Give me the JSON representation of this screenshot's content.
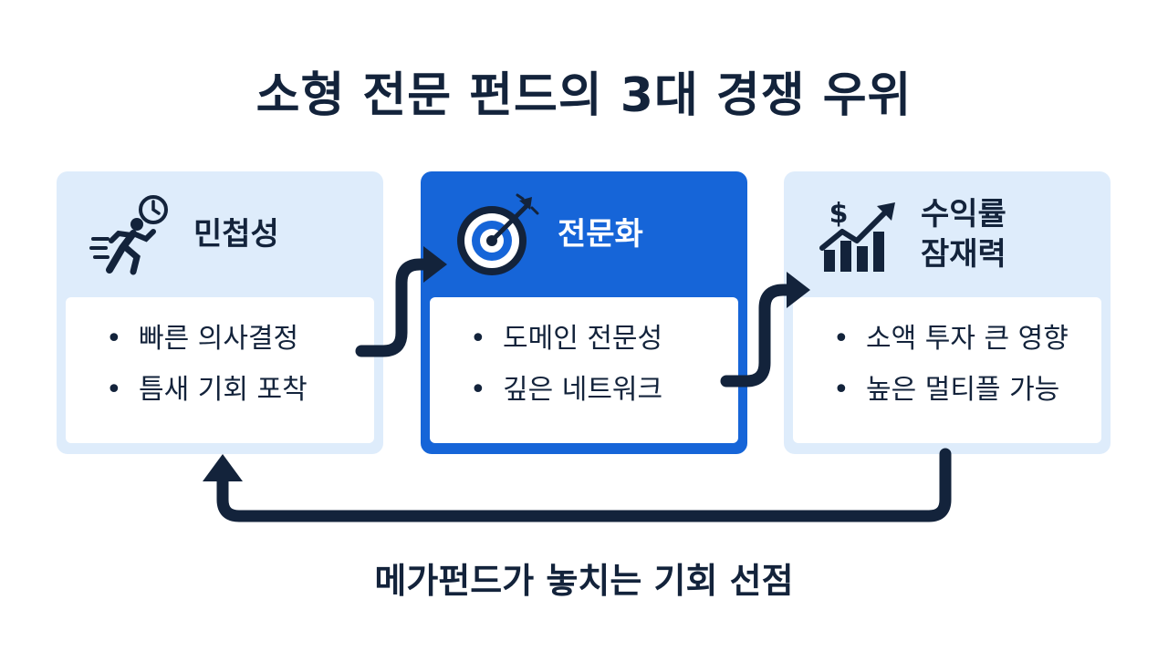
{
  "title": "소형 전문 펀드의 3대 경쟁 우위",
  "cards": [
    {
      "icon": "running-person-clock-icon",
      "title_lines": [
        "민첩성"
      ],
      "bullets": [
        "빠른 의사결정",
        "틈새 기회 포착"
      ]
    },
    {
      "icon": "target-arrow-icon",
      "title_lines": [
        "전문화"
      ],
      "bullets": [
        "도메인 전문성",
        "깊은 네트워크"
      ]
    },
    {
      "icon": "growth-chart-dollar-icon",
      "title_lines": [
        "수익률",
        "잠재력"
      ],
      "bullets": [
        "소액 투자 큰 영향",
        "높은 멀티플 가능"
      ]
    }
  ],
  "footer": "메가펀드가 놓치는 기회 선점",
  "colors": {
    "navy": "#13233b",
    "accent_blue": "#1665d8",
    "light_blue": "#deecfb",
    "white": "#ffffff"
  }
}
